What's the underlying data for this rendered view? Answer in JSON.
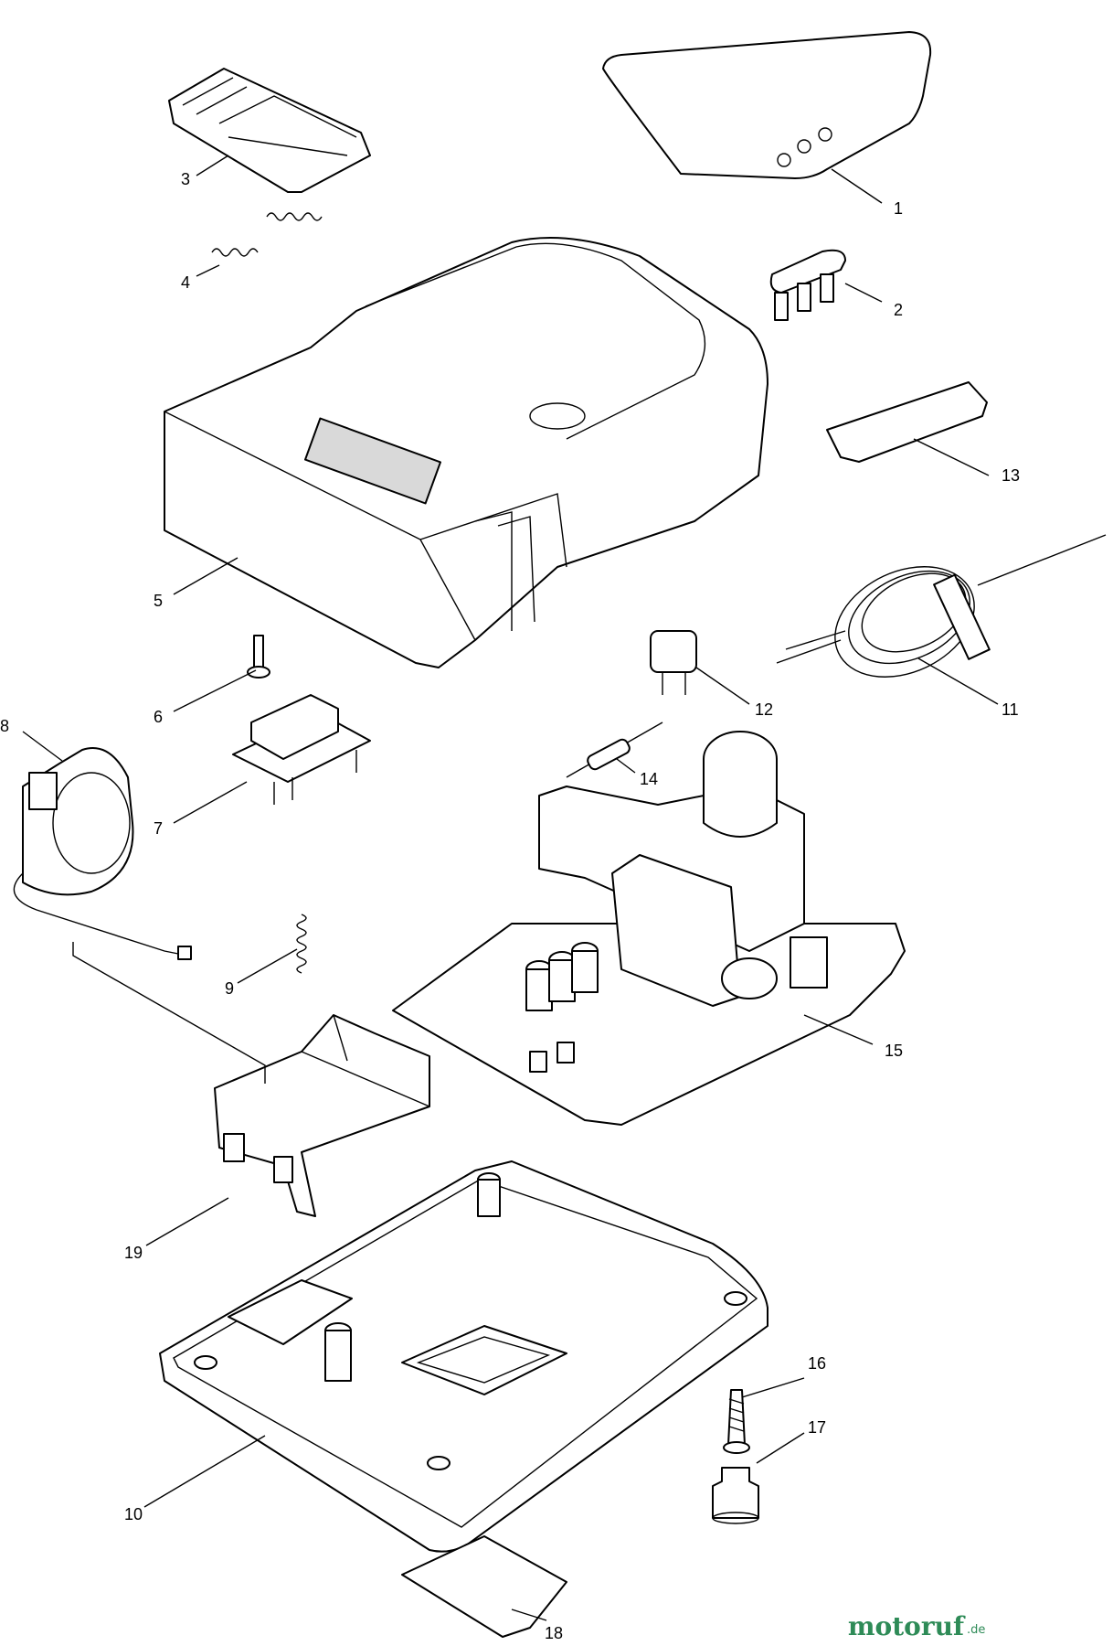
{
  "callouts": {
    "c1": "1",
    "c2": "2",
    "c3": "3",
    "c4": "4",
    "c5": "5",
    "c6": "6",
    "c7": "7",
    "c8": "8",
    "c9": "9",
    "c10": "10",
    "c11": "11",
    "c12": "12",
    "c13": "13",
    "c14": "14",
    "c15": "15",
    "c16": "16",
    "c17": "17",
    "c18": "18",
    "c19": "19"
  },
  "watermark": {
    "text": "motoruf",
    "suffix": ".de"
  },
  "colors": {
    "line": "#000000",
    "background": "#ffffff",
    "watermark_red": "#c0392b",
    "watermark_green": "#2e8b57"
  }
}
